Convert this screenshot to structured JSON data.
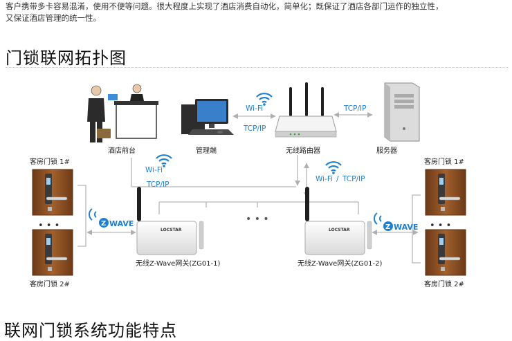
{
  "intro": {
    "line1": "客户携带多卡容易混淆，使用不便等问题。很大程度上实现了酒店消费自动化，简单化；既保证了酒店各部门运作的独立性，",
    "line2": "又保证酒店管理的统一性。"
  },
  "section_title": "门锁联网拓扑图",
  "next_section_title": "联网门锁系统功能特点",
  "nodes": {
    "front_desk": "酒店前台",
    "management": "管理端",
    "router": "无线路由器",
    "server": "服务器",
    "lock_left_1": "客房门锁 1#",
    "lock_left_2": "客房门锁 2#",
    "lock_right_1": "客房门锁 1#",
    "lock_right_2": "客房门锁 2#",
    "gateway_1": "无线Z-Wave网关(ZG01-1)",
    "gateway_2": "无线Z-Wave网关(ZG01-2)"
  },
  "links": {
    "wifi": "Wi-Fi",
    "tcpip": "TCP/IP",
    "slash": "/",
    "zwave": "WAVE",
    "zwave_badge": "Z",
    "dots": "• • •",
    "device_brand": "LOCSTAR"
  },
  "colors": {
    "link_blue": "#1d7fd0",
    "line_gray": "#b7b7b7",
    "door_wood": "#8a4d22"
  }
}
